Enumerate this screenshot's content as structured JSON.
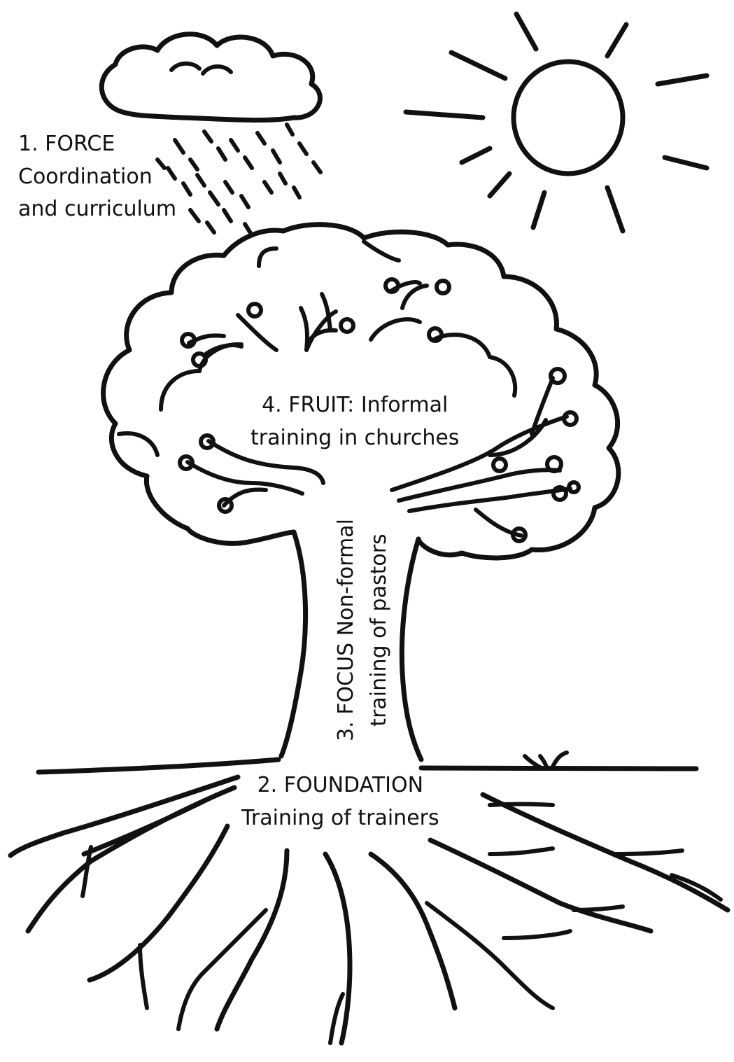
{
  "labels": {
    "force": {
      "line1": "1. FORCE",
      "line2": "Coordination",
      "line3": "and curriculum"
    },
    "fruit": {
      "line1": "4. FRUIT: Informal",
      "line2": "training in churches"
    },
    "focus": {
      "line1": "3. FOCUS Non-formal",
      "line2": "training of pastors"
    },
    "foundation": {
      "line1": "2. FOUNDATION",
      "line2": "Training of trainers"
    }
  },
  "illustrations": [
    "cloud-icon",
    "rain-icon",
    "sun-icon",
    "tree-icon",
    "roots-icon",
    "grass-icon"
  ],
  "colors": {
    "ink": "#111111",
    "background": "#ffffff"
  }
}
